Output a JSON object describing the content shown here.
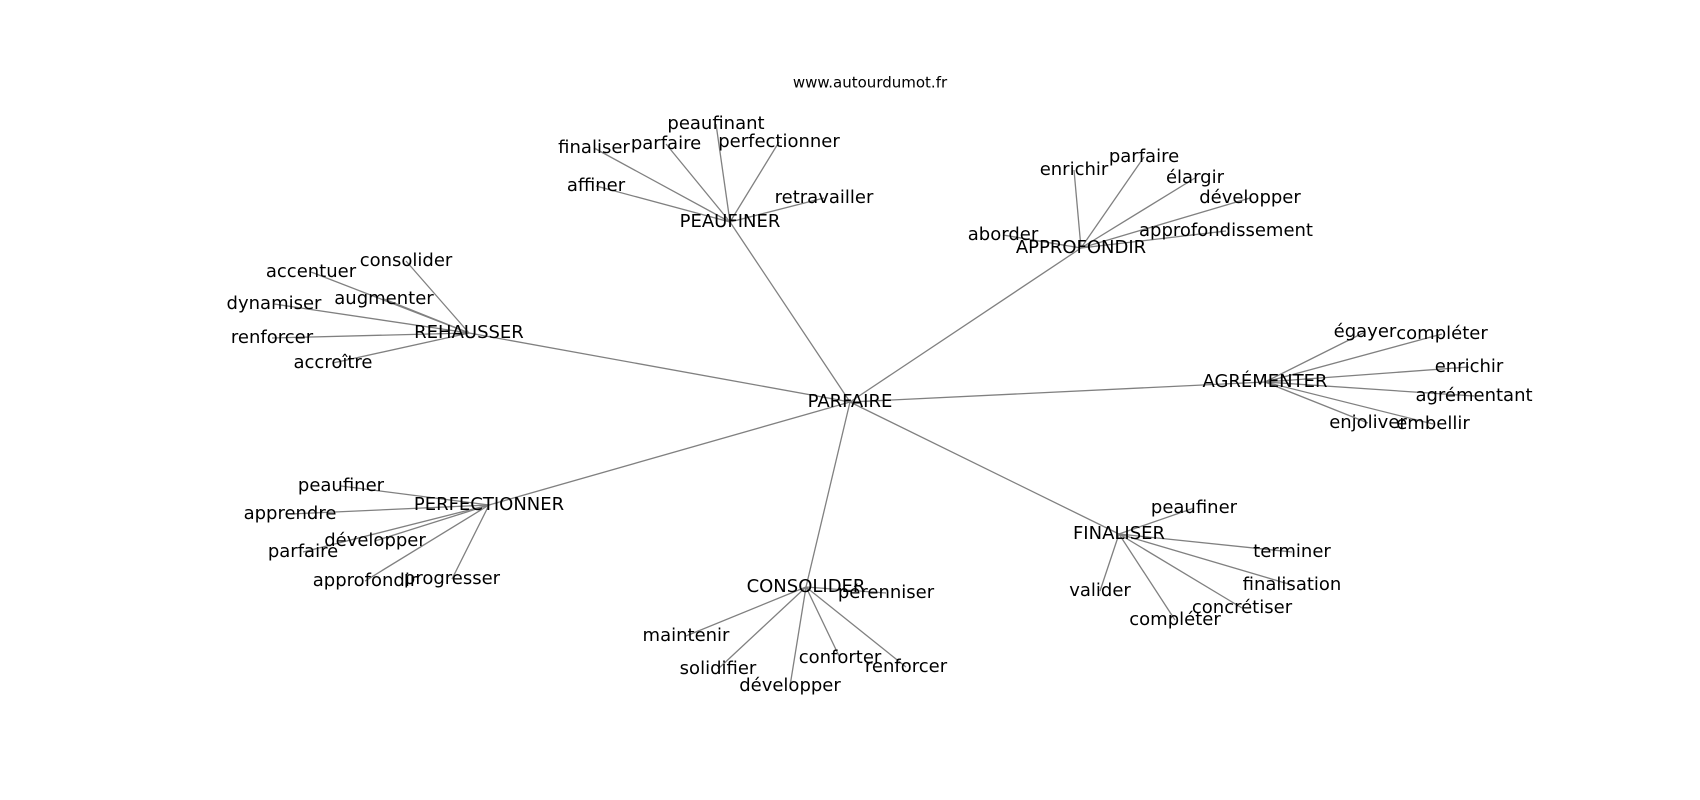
{
  "source": "www.autourdumot.fr",
  "center": "PARFAIRE",
  "clusters": [
    {
      "label": "PEAUFINER",
      "leaves": [
        "peaufinant",
        "finaliser",
        "parfaire",
        "perfectionner",
        "affiner",
        "retravailler"
      ]
    },
    {
      "label": "APPROFONDIR",
      "leaves": [
        "parfaire",
        "enrichir",
        "élargir",
        "développer",
        "aborder",
        "approfondissement"
      ]
    },
    {
      "label": "REHAUSSER",
      "leaves": [
        "consolider",
        "accentuer",
        "augmenter",
        "dynamiser",
        "renforcer",
        "accroître"
      ]
    },
    {
      "label": "AGRÉMENTER",
      "leaves": [
        "égayer",
        "compléter",
        "enrichir",
        "agrémentant",
        "enjoliver",
        "embellir"
      ]
    },
    {
      "label": "PERFECTIONNER",
      "leaves": [
        "peaufiner",
        "apprendre",
        "parfaire",
        "développer",
        "approfondir",
        "progresser"
      ]
    },
    {
      "label": "FINALISER",
      "leaves": [
        "peaufiner",
        "terminer",
        "finalisation",
        "valider",
        "concrétiser",
        "compléter"
      ]
    },
    {
      "label": "CONSOLIDER",
      "leaves": [
        "pérenniser",
        "maintenir",
        "conforter",
        "solidifier",
        "renforcer",
        "développer"
      ]
    }
  ]
}
